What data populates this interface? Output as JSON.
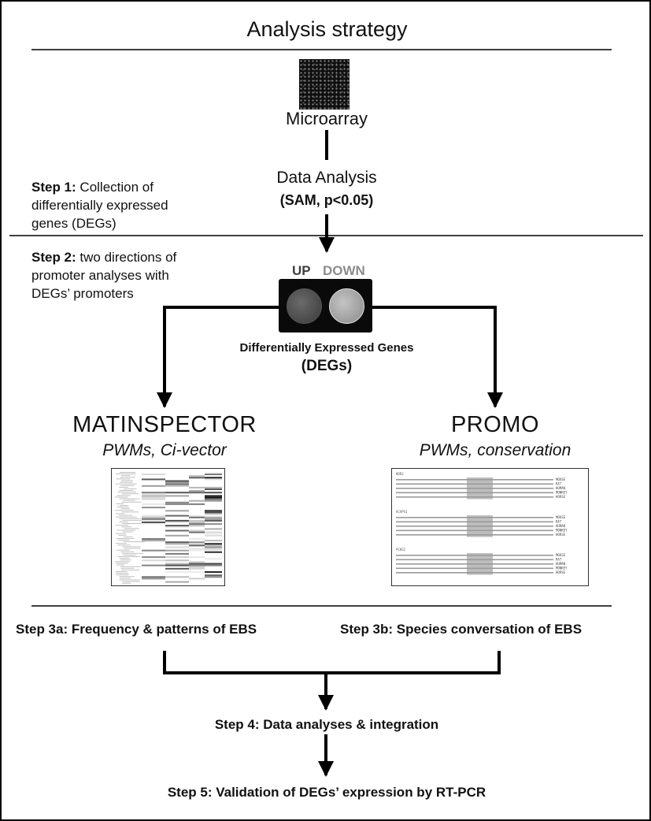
{
  "title": "Analysis strategy",
  "microarray": {
    "label": "Microarray",
    "icon": "microarray-chip-icon"
  },
  "data_analysis": {
    "label": "Data Analysis",
    "method": "(SAM, p<0.05)"
  },
  "step1": {
    "head": "Step 1:",
    "line1": "Collection of",
    "line2": "differentially expressed",
    "line3": "genes (DEGs)"
  },
  "step2": {
    "head": "Step 2:",
    "line1": "two directions of",
    "line2": "promoter analyses with",
    "line3": "DEGs’ promoters"
  },
  "degs": {
    "up": "UP",
    "down": "DOWN",
    "label": "Differentially Expressed Genes",
    "abbr": "(DEGs)",
    "up_color": "#3f3f3f",
    "down_color": "#8c8c8c"
  },
  "matinspector": {
    "name": "MATINSPECTOR",
    "sub": "PWMs, Ci-vector"
  },
  "promo": {
    "name": "PROMO",
    "sub": "PWMs, conservation",
    "blocks": [
      {
        "label": "KDR2",
        "species": [
          "MOUSE",
          "RAT",
          "HUMAN",
          "MONKEY",
          "HORSE"
        ]
      },
      {
        "label": "ACAPS1",
        "species": [
          "MOUSE",
          "RAT",
          "HUMAN",
          "MONKEY",
          "HORSE"
        ]
      },
      {
        "label": "PCKG2",
        "species": [
          "MOUSE",
          "RAT",
          "HUMAN",
          "MONKEY",
          "HORSE"
        ]
      }
    ]
  },
  "step3a": "Step 3a: Frequency & patterns of EBS",
  "step3b": "Step 3b: Species conversation of EBS",
  "step4": "Step 4: Data analyses & integration",
  "step5": "Step 5: Validation of DEGs’ expression by RT-PCR"
}
